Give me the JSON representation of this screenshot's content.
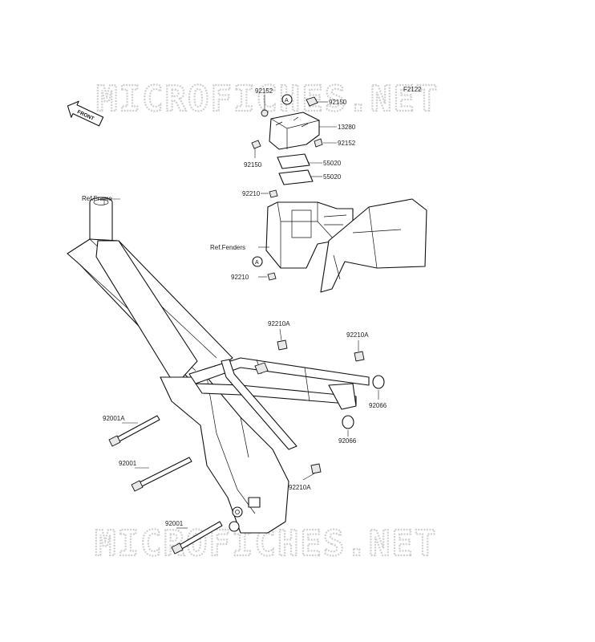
{
  "watermark": "MICROFICHES.NET",
  "figure_code": "F2122",
  "front_arrow_label": "FRONT",
  "circle_ref": "A",
  "labels": {
    "ref_frame": "Ref.Frame",
    "ref_fenders": "Ref.Fenders",
    "p92152_top": "92152",
    "p92150_top": "92150",
    "p13280": "13280",
    "p92152_right": "92152",
    "p92150_left": "92150",
    "p55020_a": "55020",
    "p55020_b": "55020",
    "p92210_a": "92210",
    "p92210_b": "92210",
    "p92210A_a": "92210A",
    "p92210A_b": "92210A",
    "p92210A_c": "92210A",
    "p92066_a": "92066",
    "p92066_b": "92066",
    "p92001A": "92001A",
    "p92001_a": "92001",
    "p92001_b": "92001"
  }
}
